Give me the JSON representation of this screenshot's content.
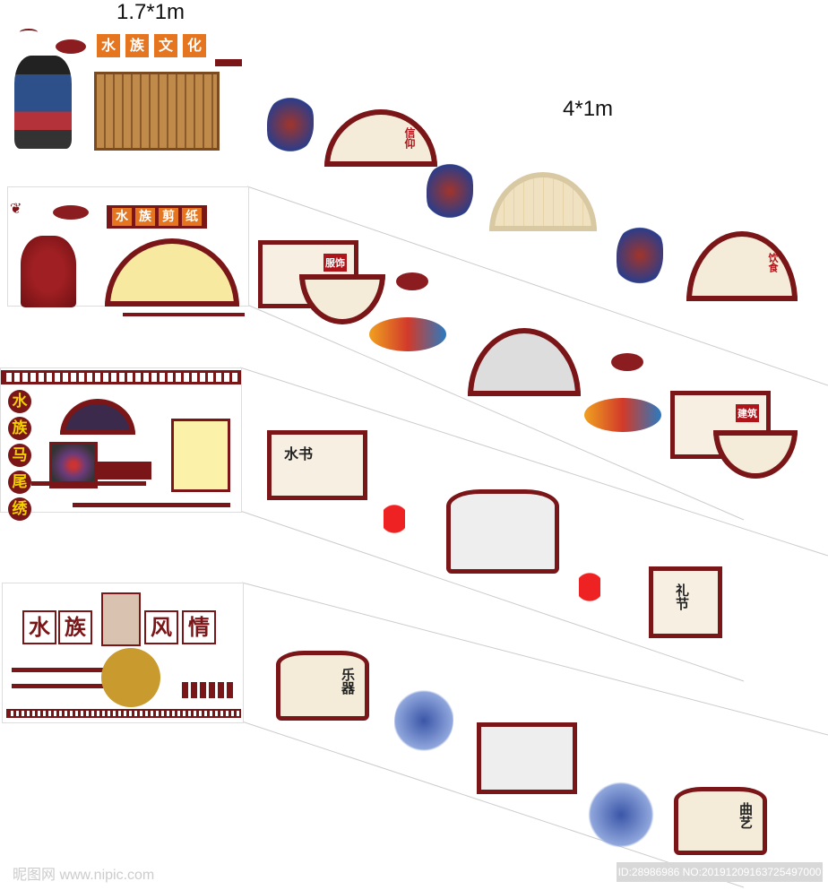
{
  "dimensions": {
    "small": "1.7*1m",
    "large": "4*1m"
  },
  "panels": {
    "culture": {
      "title": [
        "水",
        "族",
        "文",
        "化"
      ]
    },
    "papercut": {
      "title": [
        "水",
        "族",
        "剪",
        "纸"
      ]
    },
    "embroidery": {
      "title": [
        "水",
        "族",
        "马",
        "尾",
        "绣"
      ]
    },
    "customs": {
      "title": [
        "水",
        "族",
        "风",
        "情"
      ]
    }
  },
  "boards": {
    "belief": "信仰",
    "clothing": "服饰",
    "food": "饮食",
    "architecture": "建筑",
    "script": "水书",
    "etiquette": "礼节",
    "instrument": "乐器",
    "opera": "曲艺"
  },
  "watermark": {
    "site": "昵图网 www.nipic.com",
    "id": "ID:28986986 NO:20191209163725497000"
  },
  "colors": {
    "maroon": "#7a1518",
    "orange": "#e5751f",
    "yellow": "#f3d100"
  }
}
